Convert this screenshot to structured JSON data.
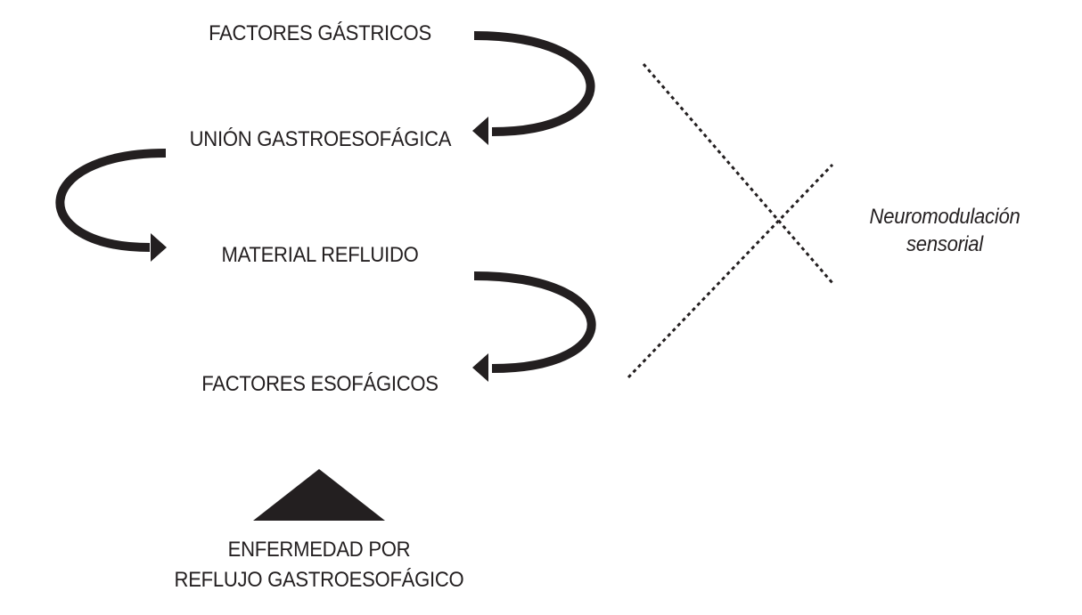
{
  "diagram": {
    "factors": [
      "FACTORES GÁSTRICOS",
      "UNIÓN GASTROESOFÁGICA",
      "MATERIAL REFLUIDO",
      "FACTORES ESOFÁGICOS"
    ],
    "outcome": {
      "line1": "ENFERMEDAD POR",
      "line2": "REFLUJO GASTROESOFÁGICO"
    },
    "modulator": {
      "line1": "Neuromodulación",
      "line2": "sensorial"
    },
    "colors": {
      "ink": "#231f20",
      "background": "#ffffff"
    }
  }
}
